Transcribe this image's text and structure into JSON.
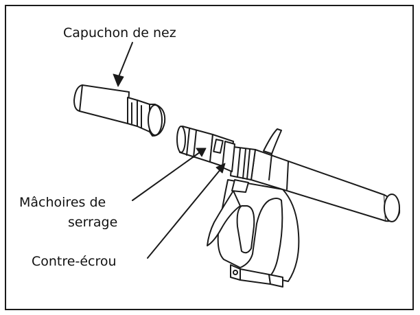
{
  "labels": {
    "nose_cap": "Capuchon de nez",
    "jaws_line1": "Mâchoires de",
    "jaws_line2": "serrage",
    "lock_nut": "Contre-écrou"
  },
  "colors": {
    "line": "#1a1a1a",
    "fill": "#ffffff"
  }
}
